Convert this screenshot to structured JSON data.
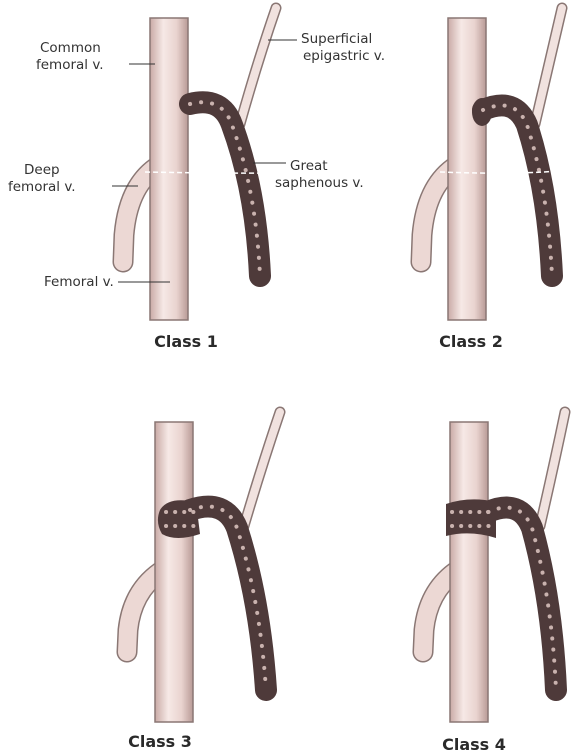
{
  "labels": {
    "common_femoral": [
      "Common",
      "femoral v."
    ],
    "superficial_epigastric": [
      "Superficial",
      "epigastric v."
    ],
    "deep_femoral": [
      "Deep",
      "femoral v."
    ],
    "great_saphenous": [
      "Great",
      "saphenous v."
    ],
    "femoral": "Femoral v."
  },
  "panels": [
    {
      "label": "Class 1"
    },
    {
      "label": "Class 2"
    },
    {
      "label": "Class 3"
    },
    {
      "label": "Class 4"
    }
  ],
  "colors": {
    "vein_fill": "#ecd8d4",
    "vein_outline": "#8a7774",
    "thrombus": "#4e3a3a",
    "thrombus_dots": "#c9b2ae"
  }
}
